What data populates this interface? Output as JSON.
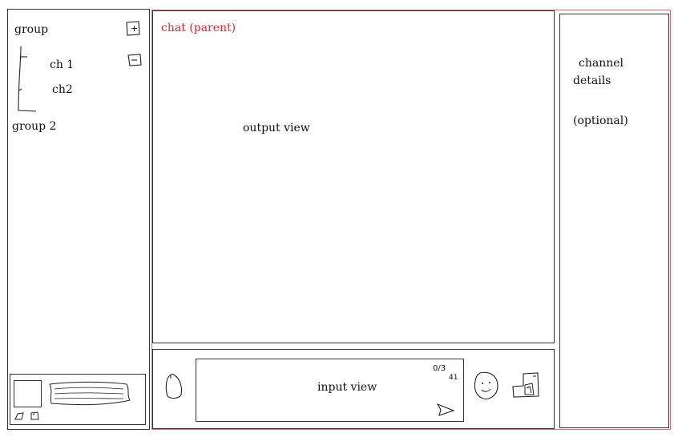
{
  "sidebar": {
    "groups": [
      {
        "label": "group",
        "channels": [
          "ch 1",
          "ch2"
        ]
      },
      {
        "label": "group 2",
        "channels": []
      }
    ],
    "add_icon": "plus-icon",
    "remove_icon": "minus-icon"
  },
  "chat": {
    "title": "chat (parent)",
    "title_color": "#e0242c",
    "output_label": "output view",
    "input_label": "input view",
    "char_counter": "0/3",
    "counter_suffix": "41"
  },
  "details": {
    "title": "channel",
    "title_line2": "details",
    "note": "(optional)"
  },
  "user_panel": {
    "icons": [
      "avatar-placeholder",
      "settings-icon",
      "mic-icon",
      "username-scribble"
    ]
  },
  "input_actions": [
    "attach-icon",
    "send-icon",
    "emoji-icon",
    "gif-icon"
  ]
}
